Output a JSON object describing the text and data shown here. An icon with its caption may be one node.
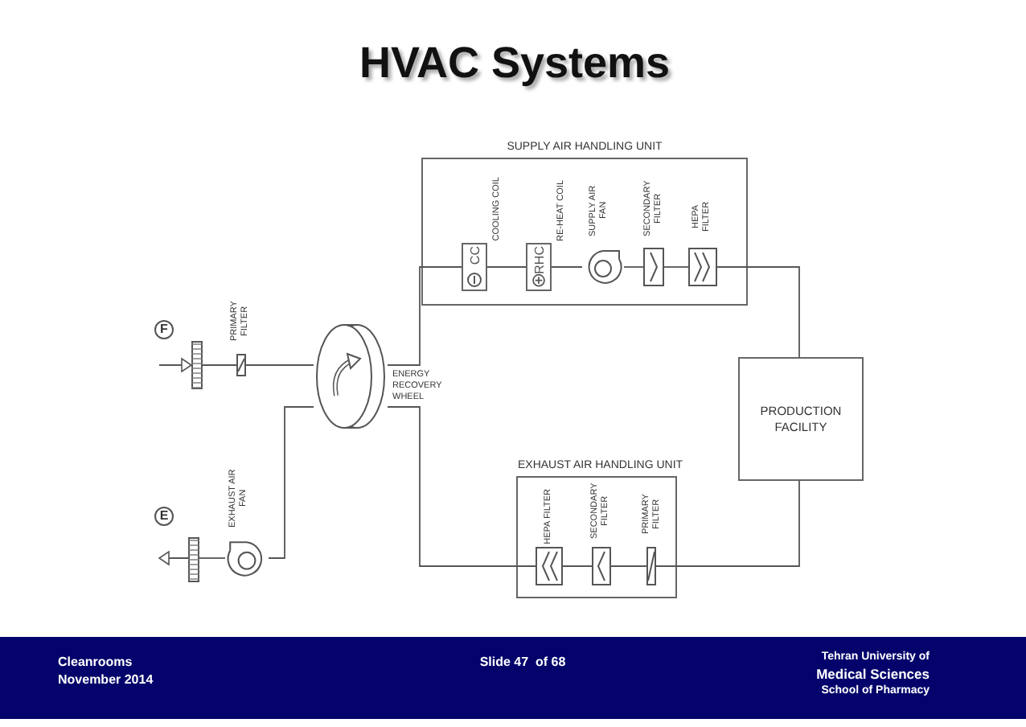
{
  "diagram": {
    "title": "HVAC Systems",
    "nodes": [
      {
        "text": [
          "SUPPLY AIR HANDLING UNIT"
        ]
      },
      {
        "text": [
          "CC"
        ],
        "in": 0,
        "beside": [
          "COOLING COIL"
        ]
      },
      {
        "text": [
          "RHC"
        ],
        "in": 0,
        "beside": [
          "RE-HEAT COIL"
        ]
      },
      {
        "text": [],
        "shape": "fan",
        "in": 0,
        "beside": [
          "SUPPLY AIR FAN"
        ]
      },
      {
        "text": [],
        "shape": "box",
        "in": 0,
        "beside": [
          "SECONDARY FILTER"
        ]
      },
      {
        "text": [],
        "shape": "box",
        "in": 0,
        "beside": [
          "HEPA FILTER"
        ]
      },
      {
        "text": [
          "F"
        ]
      },
      {
        "text": [],
        "shape": "grille"
      },
      {
        "text": [],
        "shape": "box",
        "beside": [
          "PRIMARY FILTER"
        ]
      },
      {
        "text": [],
        "shape": "wheel",
        "beside": [
          "ENERGY RECOVERY WHEEL"
        ]
      },
      {
        "text": [
          "PRODUCTION FACILITY"
        ]
      },
      {
        "text": [
          "E"
        ]
      },
      {
        "text": [],
        "shape": "grille"
      },
      {
        "text": [],
        "shape": "fan",
        "beside": [
          "EXHAUST AIR FAN"
        ]
      },
      {
        "text": [
          "EXHAUST AIR HANDLING UNIT"
        ]
      },
      {
        "text": [],
        "shape": "box",
        "in": 14,
        "beside": [
          "HEPA FILTER"
        ]
      },
      {
        "text": [],
        "shape": "box",
        "in": 14,
        "beside": [
          "SECONDARY FILTER"
        ]
      },
      {
        "text": [],
        "shape": "box",
        "in": 14,
        "beside": [
          "PRIMARY FILTER"
        ]
      }
    ],
    "edges": [
      {
        "from": null,
        "to": 7,
        "arrow": "to"
      },
      {
        "from": 7,
        "to": 8,
        "arrow": "none"
      },
      {
        "from": 8,
        "to": 9,
        "arrow": "none"
      },
      {
        "from": 9,
        "to": 1,
        "arrow": "none"
      },
      {
        "from": 1,
        "to": 2,
        "arrow": "none"
      },
      {
        "from": 2,
        "to": 3,
        "arrow": "none"
      },
      {
        "from": 3,
        "to": 4,
        "arrow": "none"
      },
      {
        "from": 4,
        "to": 5,
        "arrow": "none"
      },
      {
        "from": 5,
        "to": 10,
        "arrow": "none"
      },
      {
        "from": 10,
        "to": 17,
        "arrow": "none"
      },
      {
        "from": 17,
        "to": 16,
        "arrow": "none"
      },
      {
        "from": 16,
        "to": 15,
        "arrow": "none"
      },
      {
        "from": 15,
        "to": 9,
        "arrow": "none"
      },
      {
        "from": 9,
        "to": 13,
        "arrow": "none"
      },
      {
        "from": 13,
        "to": 12,
        "arrow": "none"
      },
      {
        "from": 12,
        "to": null,
        "arrow": "to"
      }
    ],
    "labels": [
      "Cleanrooms",
      "November 2014",
      "Slide 47  of 68",
      "Tehran University of",
      "Medical Sciences",
      "School of Pharmacy"
    ]
  }
}
